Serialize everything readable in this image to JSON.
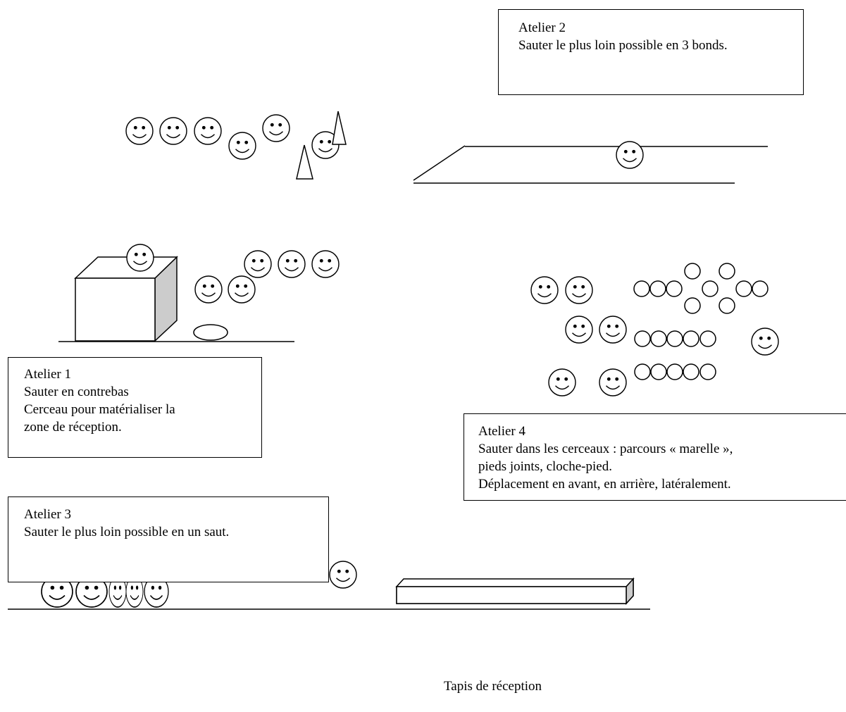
{
  "atelier2": {
    "title": "Atelier 2",
    "text": "Sauter le plus loin possible en 3 bonds."
  },
  "atelier1": {
    "title": "Atelier 1",
    "line1": "Sauter en contrebas",
    "line2": "Cerceau pour matérialiser la",
    "line3": "zone de réception."
  },
  "atelier4": {
    "title": "Atelier 4",
    "line1": "Sauter dans les cerceaux : parcours « marelle »,",
    "line2": "pieds joints, cloche-pied.",
    "line3": "Déplacement en avant, en arrière, latéralement."
  },
  "atelier3": {
    "title": "Atelier 3",
    "line1": "Sauter le plus loin possible en un saut."
  },
  "caption": "Tapis de réception",
  "colors": {
    "stroke": "#000000",
    "block_side": "#cccccc",
    "background": "#ffffff"
  },
  "icons": [
    "smiley-face-icon",
    "cone-icon",
    "hoop-icon",
    "block-icon",
    "mat-icon"
  ]
}
